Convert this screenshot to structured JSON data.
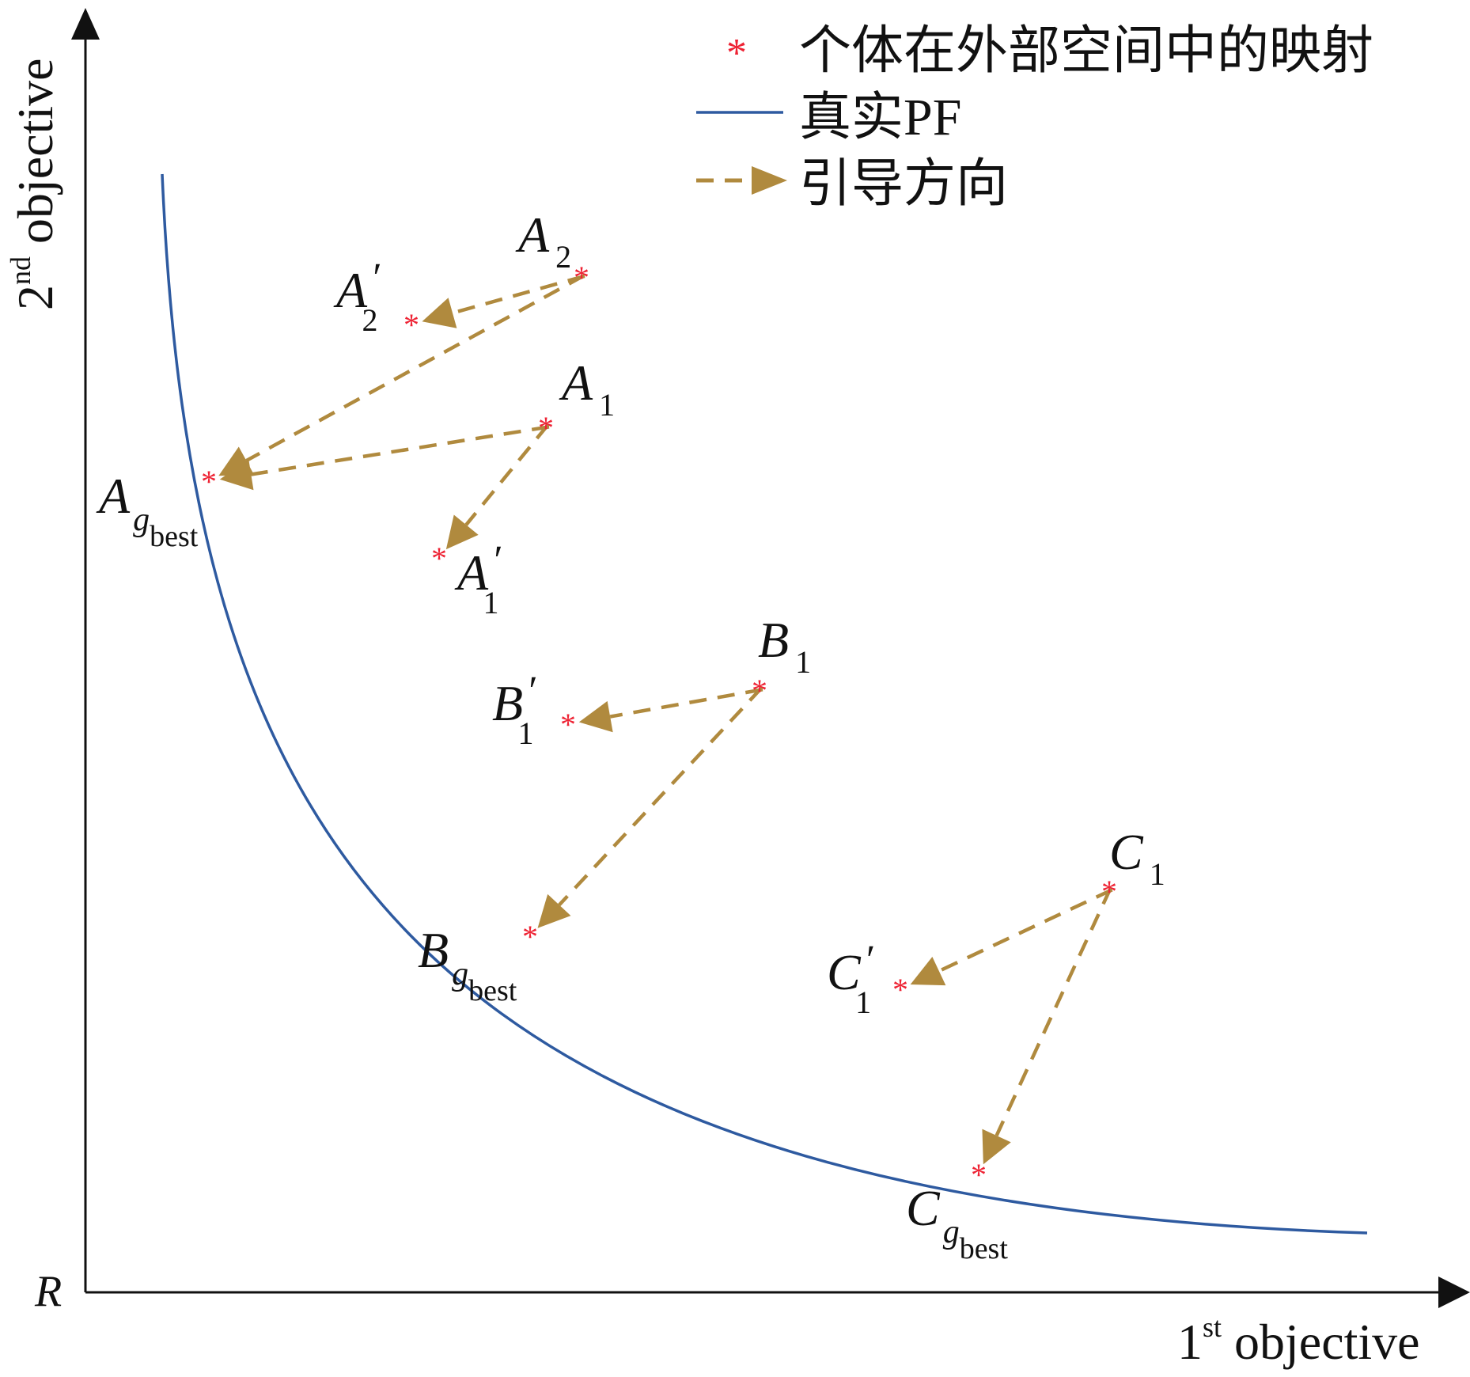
{
  "axes": {
    "origin_label": "R",
    "x_label": {
      "base": "1",
      "sup": "st",
      "rest": " objective"
    },
    "y_label": {
      "base": "2",
      "sup": "nd",
      "rest": " objective"
    }
  },
  "legend": {
    "items": [
      {
        "symbol": "*",
        "label": "个体在外部空间中的映射"
      },
      {
        "symbol": "line",
        "label": "真实PF"
      },
      {
        "symbol": "dashed-arrow",
        "label": "引导方向"
      }
    ]
  },
  "colors": {
    "point": "#ee2233",
    "pareto_front": "#2e5aa0",
    "guide_arrow": "#b08a3e",
    "axis": "#111111"
  },
  "points": [
    {
      "id": "A2",
      "letter": "A",
      "sub": "2",
      "prime": false,
      "gbest": false
    },
    {
      "id": "A2p",
      "letter": "A",
      "sub": "2",
      "prime": true,
      "gbest": false
    },
    {
      "id": "A1",
      "letter": "A",
      "sub": "1",
      "prime": false,
      "gbest": false
    },
    {
      "id": "A1p",
      "letter": "A",
      "sub": "1",
      "prime": true,
      "gbest": false
    },
    {
      "id": "Agbest",
      "letter": "A",
      "sub": "g",
      "subsub": "best",
      "prime": false,
      "gbest": true
    },
    {
      "id": "B1",
      "letter": "B",
      "sub": "1",
      "prime": false,
      "gbest": false
    },
    {
      "id": "B1p",
      "letter": "B",
      "sub": "1",
      "prime": true,
      "gbest": false
    },
    {
      "id": "Bgbest",
      "letter": "B",
      "sub": "g",
      "subsub": "best",
      "prime": false,
      "gbest": true
    },
    {
      "id": "C1",
      "letter": "C",
      "sub": "1",
      "prime": false,
      "gbest": false
    },
    {
      "id": "C1p",
      "letter": "C",
      "sub": "1",
      "prime": true,
      "gbest": false
    },
    {
      "id": "Cgbest",
      "letter": "C",
      "sub": "g",
      "subsub": "best",
      "prime": false,
      "gbest": true
    }
  ],
  "guides": [
    {
      "from": "A2",
      "to": "A2p"
    },
    {
      "from": "A2",
      "to": "Agbest"
    },
    {
      "from": "A1",
      "to": "Agbest"
    },
    {
      "from": "A1",
      "to": "A1p"
    },
    {
      "from": "B1",
      "to": "B1p"
    },
    {
      "from": "B1",
      "to": "Bgbest"
    },
    {
      "from": "C1",
      "to": "C1p"
    },
    {
      "from": "C1",
      "to": "Cgbest"
    }
  ]
}
